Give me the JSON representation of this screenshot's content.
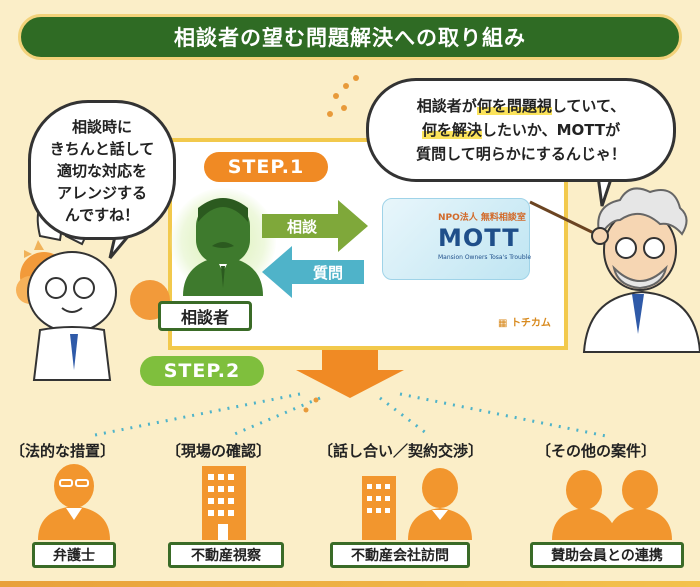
{
  "header": {
    "title": "相談者の望む問題解決への取り組み"
  },
  "steps": {
    "step1": "STEP.1",
    "step2": "STEP.2"
  },
  "flow": {
    "consultant_label": "相談者",
    "to_mott_label": "相談",
    "from_mott_label": "質問"
  },
  "mott_logo": {
    "org_line": "NPO法人 無料相談室",
    "name": "MOTT",
    "tagline": "Mansion Owners Tosa's Trouble"
  },
  "site_logo": "トチカム",
  "bubble_left": {
    "lines": [
      "相談時に",
      "きちんと話して",
      "適切な対応を",
      "アレンジする",
      "んですね！"
    ]
  },
  "bubble_right": {
    "line1_pre": "相談者が",
    "line1_hl1": "何を",
    "line1_hl2": "問題視",
    "line1_post": "していて、",
    "line2_hl1": "何を",
    "line2_hl2": "解決",
    "line2_post": "したいか、MOTTが",
    "line3": "質問して明らかにするんじゃ！"
  },
  "categories": [
    {
      "heading": "〔法的な措置〕",
      "service": "弁護士",
      "icon": "lawyer-icon"
    },
    {
      "heading": "〔現場の確認〕",
      "service": "不動産視察",
      "icon": "building-icon"
    },
    {
      "heading": "〔話し合い／契約交渉〕",
      "service": "不動産会社訪問",
      "icon": "negotiation-icon"
    },
    {
      "heading": "〔その他の案件〕",
      "service": "賛助会員との連携",
      "icon": "members-icon"
    }
  ],
  "colors": {
    "header_bg": "#2f6b24",
    "step1": "#f08a24",
    "step2": "#7fbf3d",
    "arrow_to": "#7fa83a",
    "arrow_from": "#4fb3c9",
    "icon_orange": "#f2962e",
    "background": "#fbeec8"
  }
}
